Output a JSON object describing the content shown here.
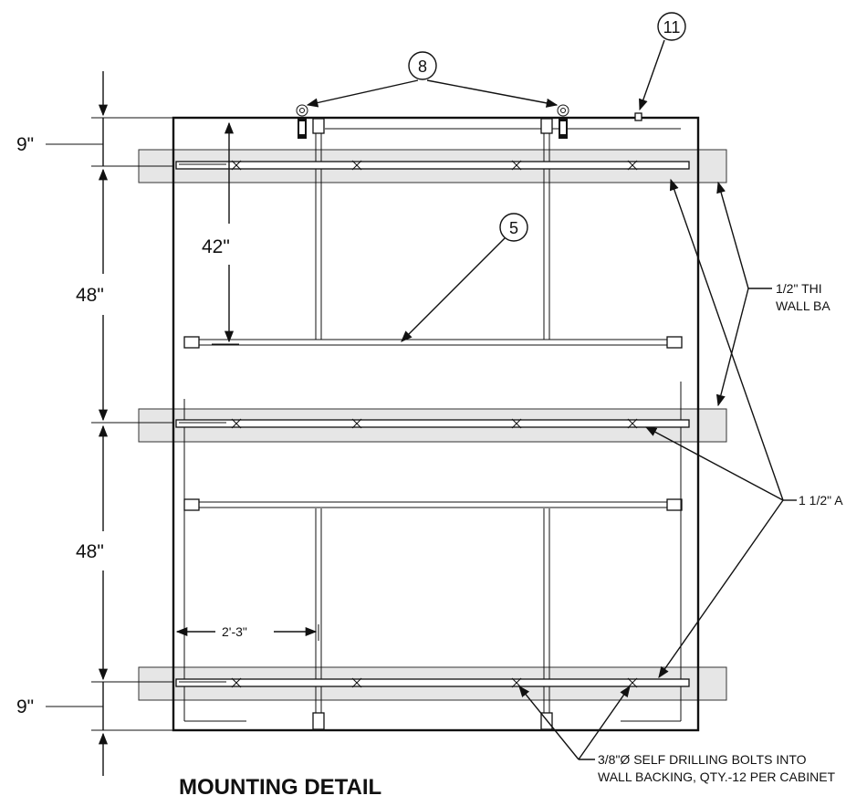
{
  "title": "MOUNTING DETAIL",
  "dimensions": {
    "top_offset": "9\"",
    "upper_spacing": "48\"",
    "lower_spacing": "48\"",
    "bottom_offset": "9\"",
    "rod_height": "42\"",
    "horizontal_offset": "2'-3\""
  },
  "callouts": {
    "hook": "8",
    "rod": "5",
    "clip": "11"
  },
  "notes": {
    "wall_backing_line1": "1/2\" THI",
    "wall_backing_line2": "WALL BA",
    "rail": "1 1/2\" A",
    "bolts_line1": "3/8\"Ø SELF DRILLING BOLTS INTO",
    "bolts_line2": "WALL BACKING, QTY.-12 PER CABINET"
  }
}
